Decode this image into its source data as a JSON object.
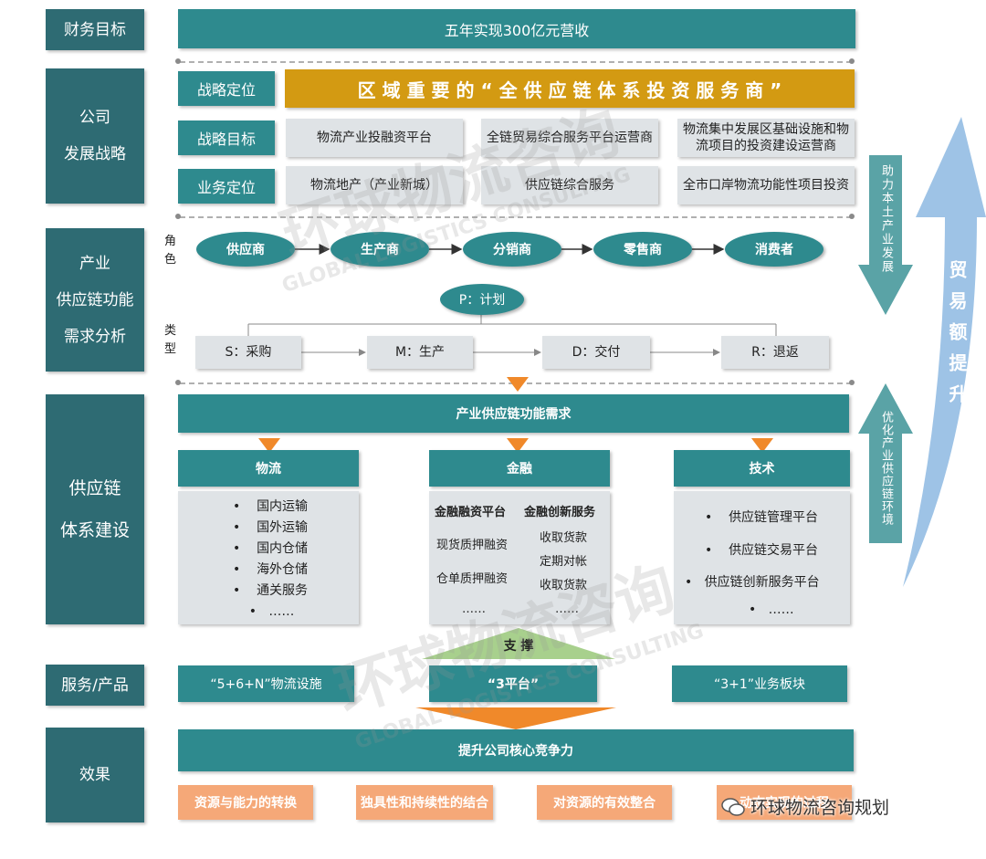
{
  "rows": {
    "finance": {
      "label": "财务目标",
      "target": "五年实现300亿元营收"
    },
    "strategy": {
      "label_line1": "公司",
      "label_line2": "发展战略",
      "positioning_label": "战略定位",
      "positioning_text": "区 域 重 要 的 “ 全 供 应 链 体 系 投 资 服 务 商 ”",
      "goal_label": "战略目标",
      "goals": [
        "物流产业投融资平台",
        "全链贸易综合服务平台运营商",
        "物流集中发展区基础设施和物流项目的投资建设运营商"
      ],
      "business_label": "业务定位",
      "business": [
        "物流地产（产业新城）",
        "供应链综合服务",
        "全市口岸物流功能性项目投资"
      ]
    },
    "analysis": {
      "label_line1": "产业",
      "label_line2": "供应链功能",
      "label_line3": "需求分析",
      "roles_label": "角色",
      "roles": [
        "供应商",
        "生产商",
        "分销商",
        "零售商",
        "消费者"
      ],
      "plan": "P：计划",
      "types_label": "类型",
      "types": [
        "S：采购",
        "M：生产",
        "D：交付",
        "R：退返"
      ]
    },
    "system": {
      "label_line1": "供应链",
      "label_line2": "体系建设",
      "header": "产业供应链功能需求",
      "logistics": {
        "title": "物流",
        "items": [
          "国内运输",
          "国外运输",
          "国内仓储",
          "海外仓储",
          "通关服务",
          "……"
        ]
      },
      "finance": {
        "title": "金融",
        "col1_title": "金融融资平台",
        "col1_items": [
          "现货质押融资",
          "仓单质押融资",
          "……"
        ],
        "col2_title": "金融创新服务",
        "col2_items": [
          "收取货款",
          "定期对帐",
          "收取货款",
          "……"
        ]
      },
      "tech": {
        "title": "技术",
        "items": [
          "供应链管理平台",
          "供应链交易平台",
          "供应链创新服务平台",
          "……"
        ]
      },
      "support": "支 撑"
    },
    "service": {
      "label": "服务/产品",
      "items": [
        "“5+6+N”物流设施",
        "“3平台”",
        "“3+1”业务板块"
      ]
    },
    "effect": {
      "label": "效果",
      "header": "提升公司核心竞争力",
      "items": [
        "资源与能力的转换",
        "独具性和持续性的结合",
        "对资源的有效整合",
        "动态实现的过程"
      ]
    }
  },
  "side_arrows": {
    "down_text": "助力本土产业发展",
    "up_text": "优化产业供应链环境",
    "big_text": "贸易额提升"
  },
  "watermark": {
    "cn": "环球物流咨询",
    "en": "GLOBAL LOGISTICS CONSULTING",
    "badge": "环球物流咨询规划"
  },
  "colors": {
    "side_dark": "#2e6b73",
    "teal": "#2e8a8e",
    "gray": "#dfe3e6",
    "gold": "#d39a12",
    "orange": "#f0892a",
    "salmon": "#f5a878",
    "green": "#a8d08d",
    "blue_arrow": "#9ec3e6"
  }
}
